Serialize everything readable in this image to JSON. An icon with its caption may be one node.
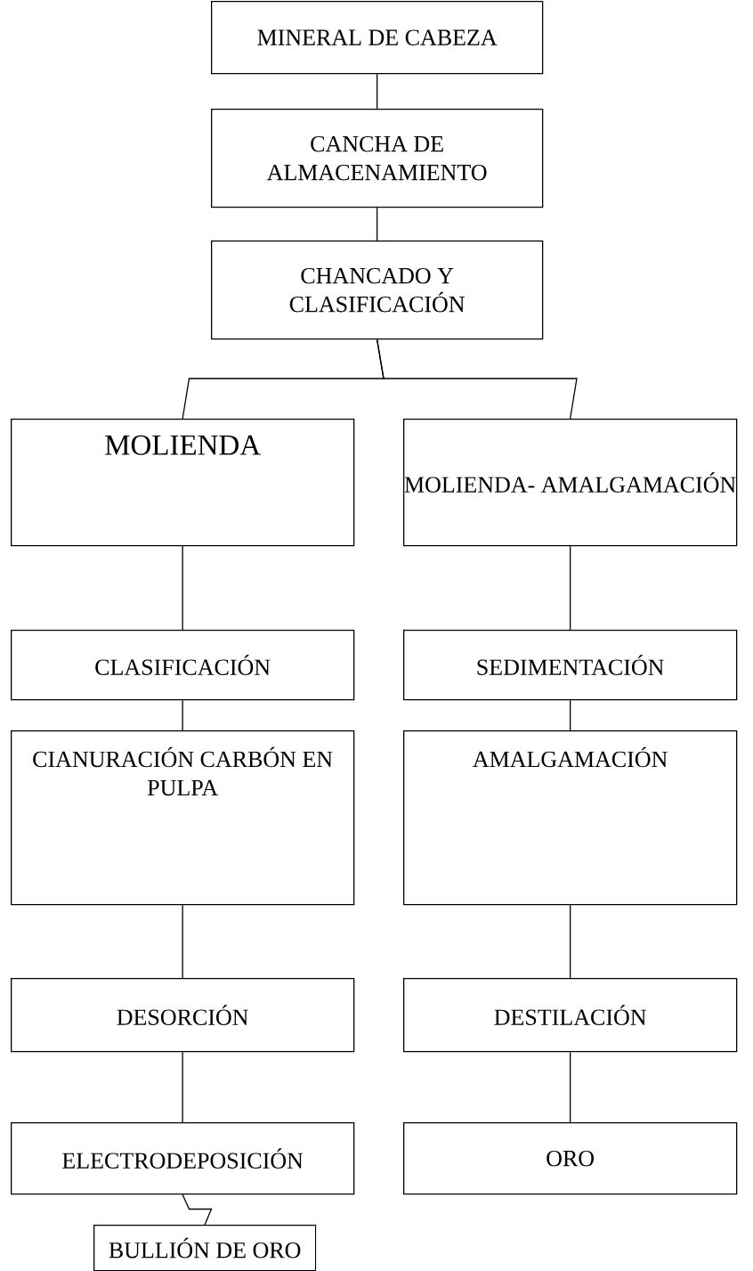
{
  "diagram": {
    "nodes": [
      {
        "text": [
          "MINERAL DE CABEZA"
        ]
      },
      {
        "text": [
          "CANCHA DE ALMACENAMIENTO"
        ]
      },
      {
        "text": [
          "CHANCADO Y CLASIFICACIÓN"
        ]
      },
      {
        "text": [
          "MOLIENDA"
        ]
      },
      {
        "text": [
          "MOLIENDA- AMALGAMACIÓN"
        ]
      },
      {
        "text": [
          "CLASIFICACIÓN"
        ]
      },
      {
        "text": [
          "SEDIMENTACIÓN"
        ]
      },
      {
        "text": [
          "CIANURACIÓN CARBÓN EN PULPA"
        ]
      },
      {
        "text": [
          "AMALGAMACIÓN"
        ]
      },
      {
        "text": [
          "DESORCIÓN"
        ]
      },
      {
        "text": [
          "DESTILACIÓN"
        ]
      },
      {
        "text": [
          "ELECTRODEPOSICIÓN"
        ]
      },
      {
        "text": [
          "ORO"
        ]
      },
      {
        "text": [
          "BULLIÓN DE ORO"
        ]
      }
    ],
    "edges": [
      {
        "from": 0,
        "to": 1,
        "arrow": "none"
      },
      {
        "from": 1,
        "to": 2,
        "arrow": "none"
      },
      {
        "from": 2,
        "to": 3,
        "arrow": "none"
      },
      {
        "from": 2,
        "to": 4,
        "arrow": "none"
      },
      {
        "from": 3,
        "to": 5,
        "arrow": "none"
      },
      {
        "from": 5,
        "to": 7,
        "arrow": "none"
      },
      {
        "from": 7,
        "to": 9,
        "arrow": "none"
      },
      {
        "from": 9,
        "to": 11,
        "arrow": "none"
      },
      {
        "from": 11,
        "to": 13,
        "arrow": "none"
      },
      {
        "from": 4,
        "to": 6,
        "arrow": "none"
      },
      {
        "from": 6,
        "to": 8,
        "arrow": "none"
      },
      {
        "from": 8,
        "to": 10,
        "arrow": "none"
      },
      {
        "from": 10,
        "to": 12,
        "arrow": "none"
      }
    ]
  }
}
